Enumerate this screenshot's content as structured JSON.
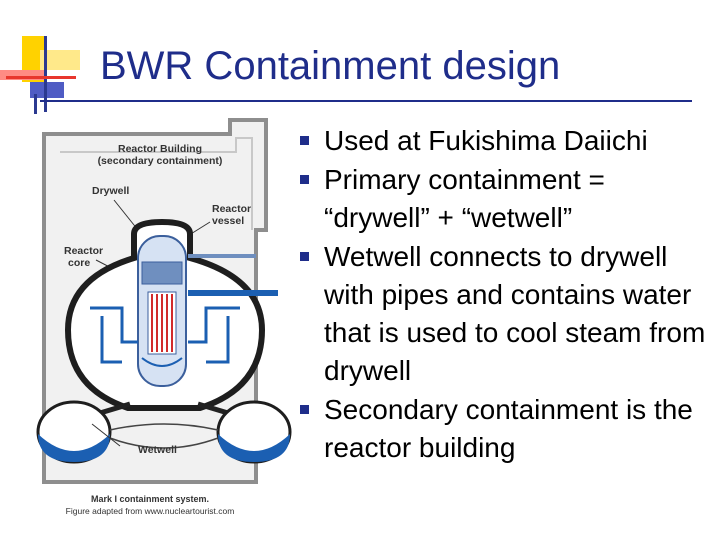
{
  "slide": {
    "title": "BWR Containment design",
    "bullets": [
      "Used at Fukishima Daiichi",
      "Primary containment = “drywell” + “wetwell”",
      "Wetwell connects to drywell with pipes and contains water that is used to cool steam from drywell",
      "Secondary containment is the reactor building"
    ]
  },
  "diagram": {
    "labels": {
      "building_line1": "Reactor Building",
      "building_line2": "(secondary containment)",
      "drywell": "Drywell",
      "vessel_line1": "Reactor",
      "vessel_line2": "vessel",
      "core_line1": "Reactor",
      "core_line2": "core",
      "wetwell": "Wetwell"
    },
    "caption_line1": "Mark I containment system.",
    "caption_line2": "Figure adapted from www.nucleartourist.com"
  },
  "colors": {
    "title": "#1f2d8a",
    "bullet": "#1f2d8a",
    "water": "#1b5fb2",
    "logo_yellow": "#ffd200",
    "logo_red": "#e8372d",
    "logo_blue": "#2b3990"
  }
}
